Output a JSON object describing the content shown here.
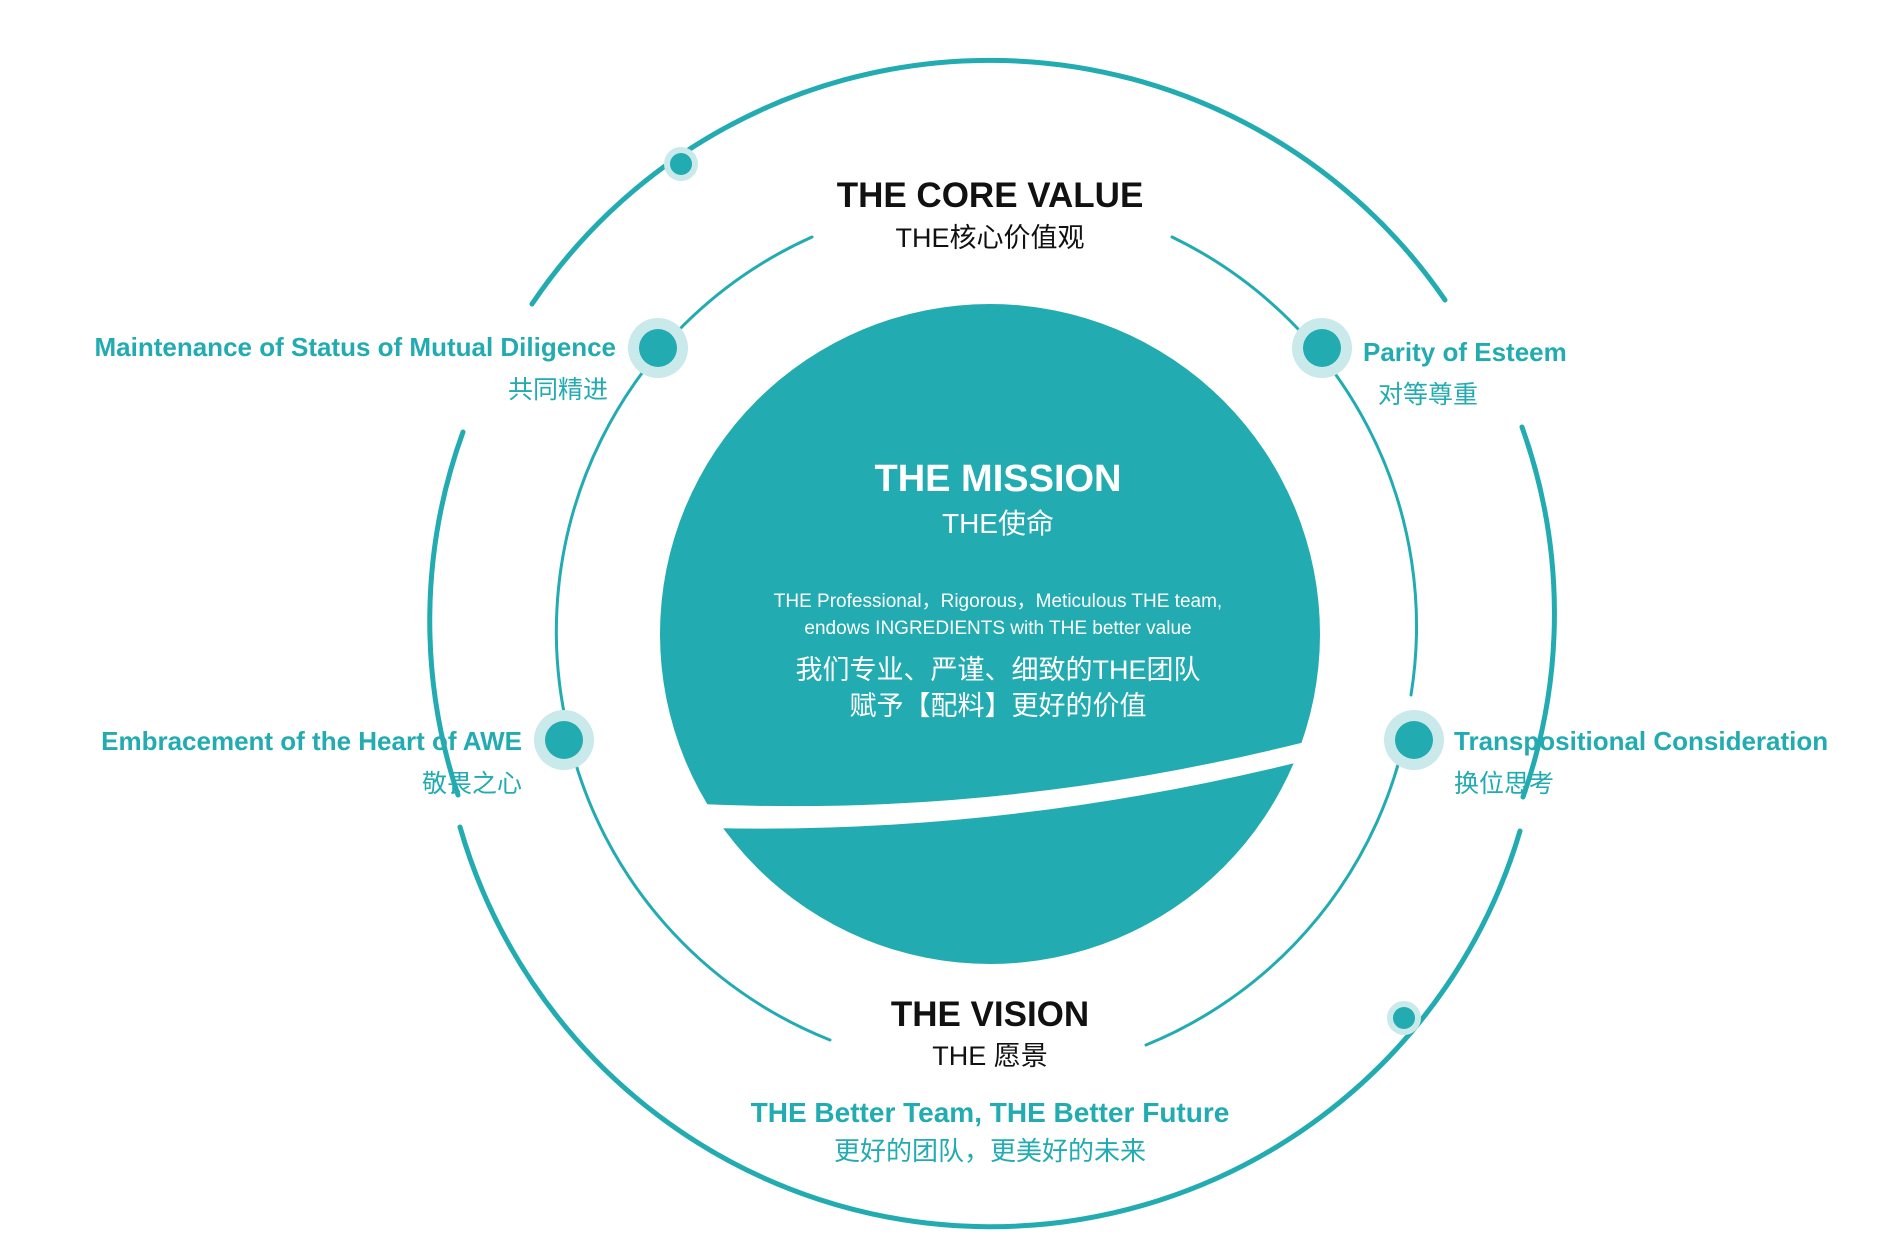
{
  "colors": {
    "accent": "#22abb0",
    "halo": "#c9e9ea",
    "title": "#111111",
    "on_accent": "#ffffff"
  },
  "core_value": {
    "title": "THE CORE VALUE",
    "subtitle": "THE核心价值观"
  },
  "mission": {
    "title": "THE MISSION",
    "subtitle": "THE使命",
    "en_line1": "THE Professional，Rigorous，Meticulous THE team,",
    "en_line2": "endows INGREDIENTS with THE better value",
    "cn_line1": "我们专业、严谨、细致的THE团队",
    "cn_line2": "赋予【配料】更好的价值"
  },
  "vision": {
    "title": "THE VISION",
    "subtitle": "THE 愿景",
    "statement_en": "THE Better Team, THE Better Future",
    "statement_cn": "更好的团队，更美好的未来"
  },
  "values": [
    {
      "en": "Maintenance of Status of Mutual Diligence",
      "cn": "共同精进"
    },
    {
      "en": "Parity of Esteem",
      "cn": "对等尊重"
    },
    {
      "en": "Embracement of the Heart of AWE",
      "cn": "敬畏之心"
    },
    {
      "en": "Transpositional Consideration",
      "cn": "换位思考"
    }
  ]
}
